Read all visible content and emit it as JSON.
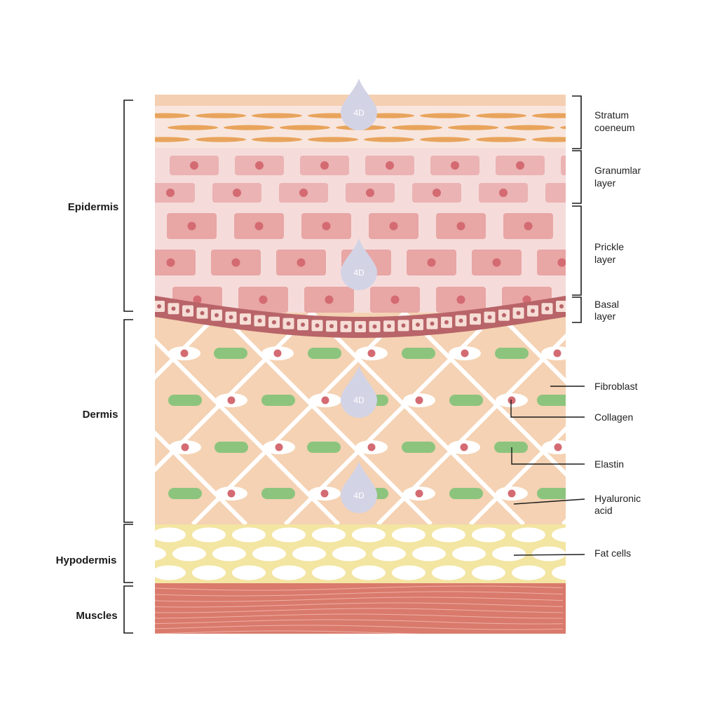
{
  "colors": {
    "stratum_bg": "#f8e6de",
    "stratum_band": "#f5cfb2",
    "stratum_cell": "#e8a45c",
    "epidermis_bg": "#f5dcdb",
    "granular_cell": "#ebb3b3",
    "prickle_cell": "#e8a6a4",
    "cell_nucleus": "#d46b72",
    "basal_band": "#b86468",
    "basal_cell": "#f6ddd6",
    "dermis_bg": "#f4d2b3",
    "collagen_line": "#ffffff",
    "elastin": "#8cc47e",
    "hypodermis_bg": "#f3e5a2",
    "fat_cell": "#ffffff",
    "muscle": "#d97a6c",
    "muscle_line": "#f0b0a4",
    "drop": "#d3d3e6",
    "bracket": "#1a1a1a"
  },
  "drop_label": "4D",
  "layers": [
    {
      "label": "Epidermis"
    },
    {
      "label": "Dermis"
    },
    {
      "label": "Hypodermis"
    },
    {
      "label": "Muscles"
    }
  ],
  "sublayers": [
    {
      "label": [
        "Stratum",
        "coeneum"
      ]
    },
    {
      "label": [
        "Granumlar",
        "layer"
      ]
    },
    {
      "label": [
        "Prickle",
        "layer"
      ]
    },
    {
      "label": [
        "Basal",
        "layer"
      ]
    }
  ],
  "annotations": [
    {
      "label": [
        "Fibroblast"
      ]
    },
    {
      "label": [
        "Collagen"
      ]
    },
    {
      "label": [
        "Elastin"
      ]
    },
    {
      "label": [
        "Hyaluronic",
        "acid"
      ]
    },
    {
      "label": [
        "Fat cells"
      ]
    }
  ]
}
